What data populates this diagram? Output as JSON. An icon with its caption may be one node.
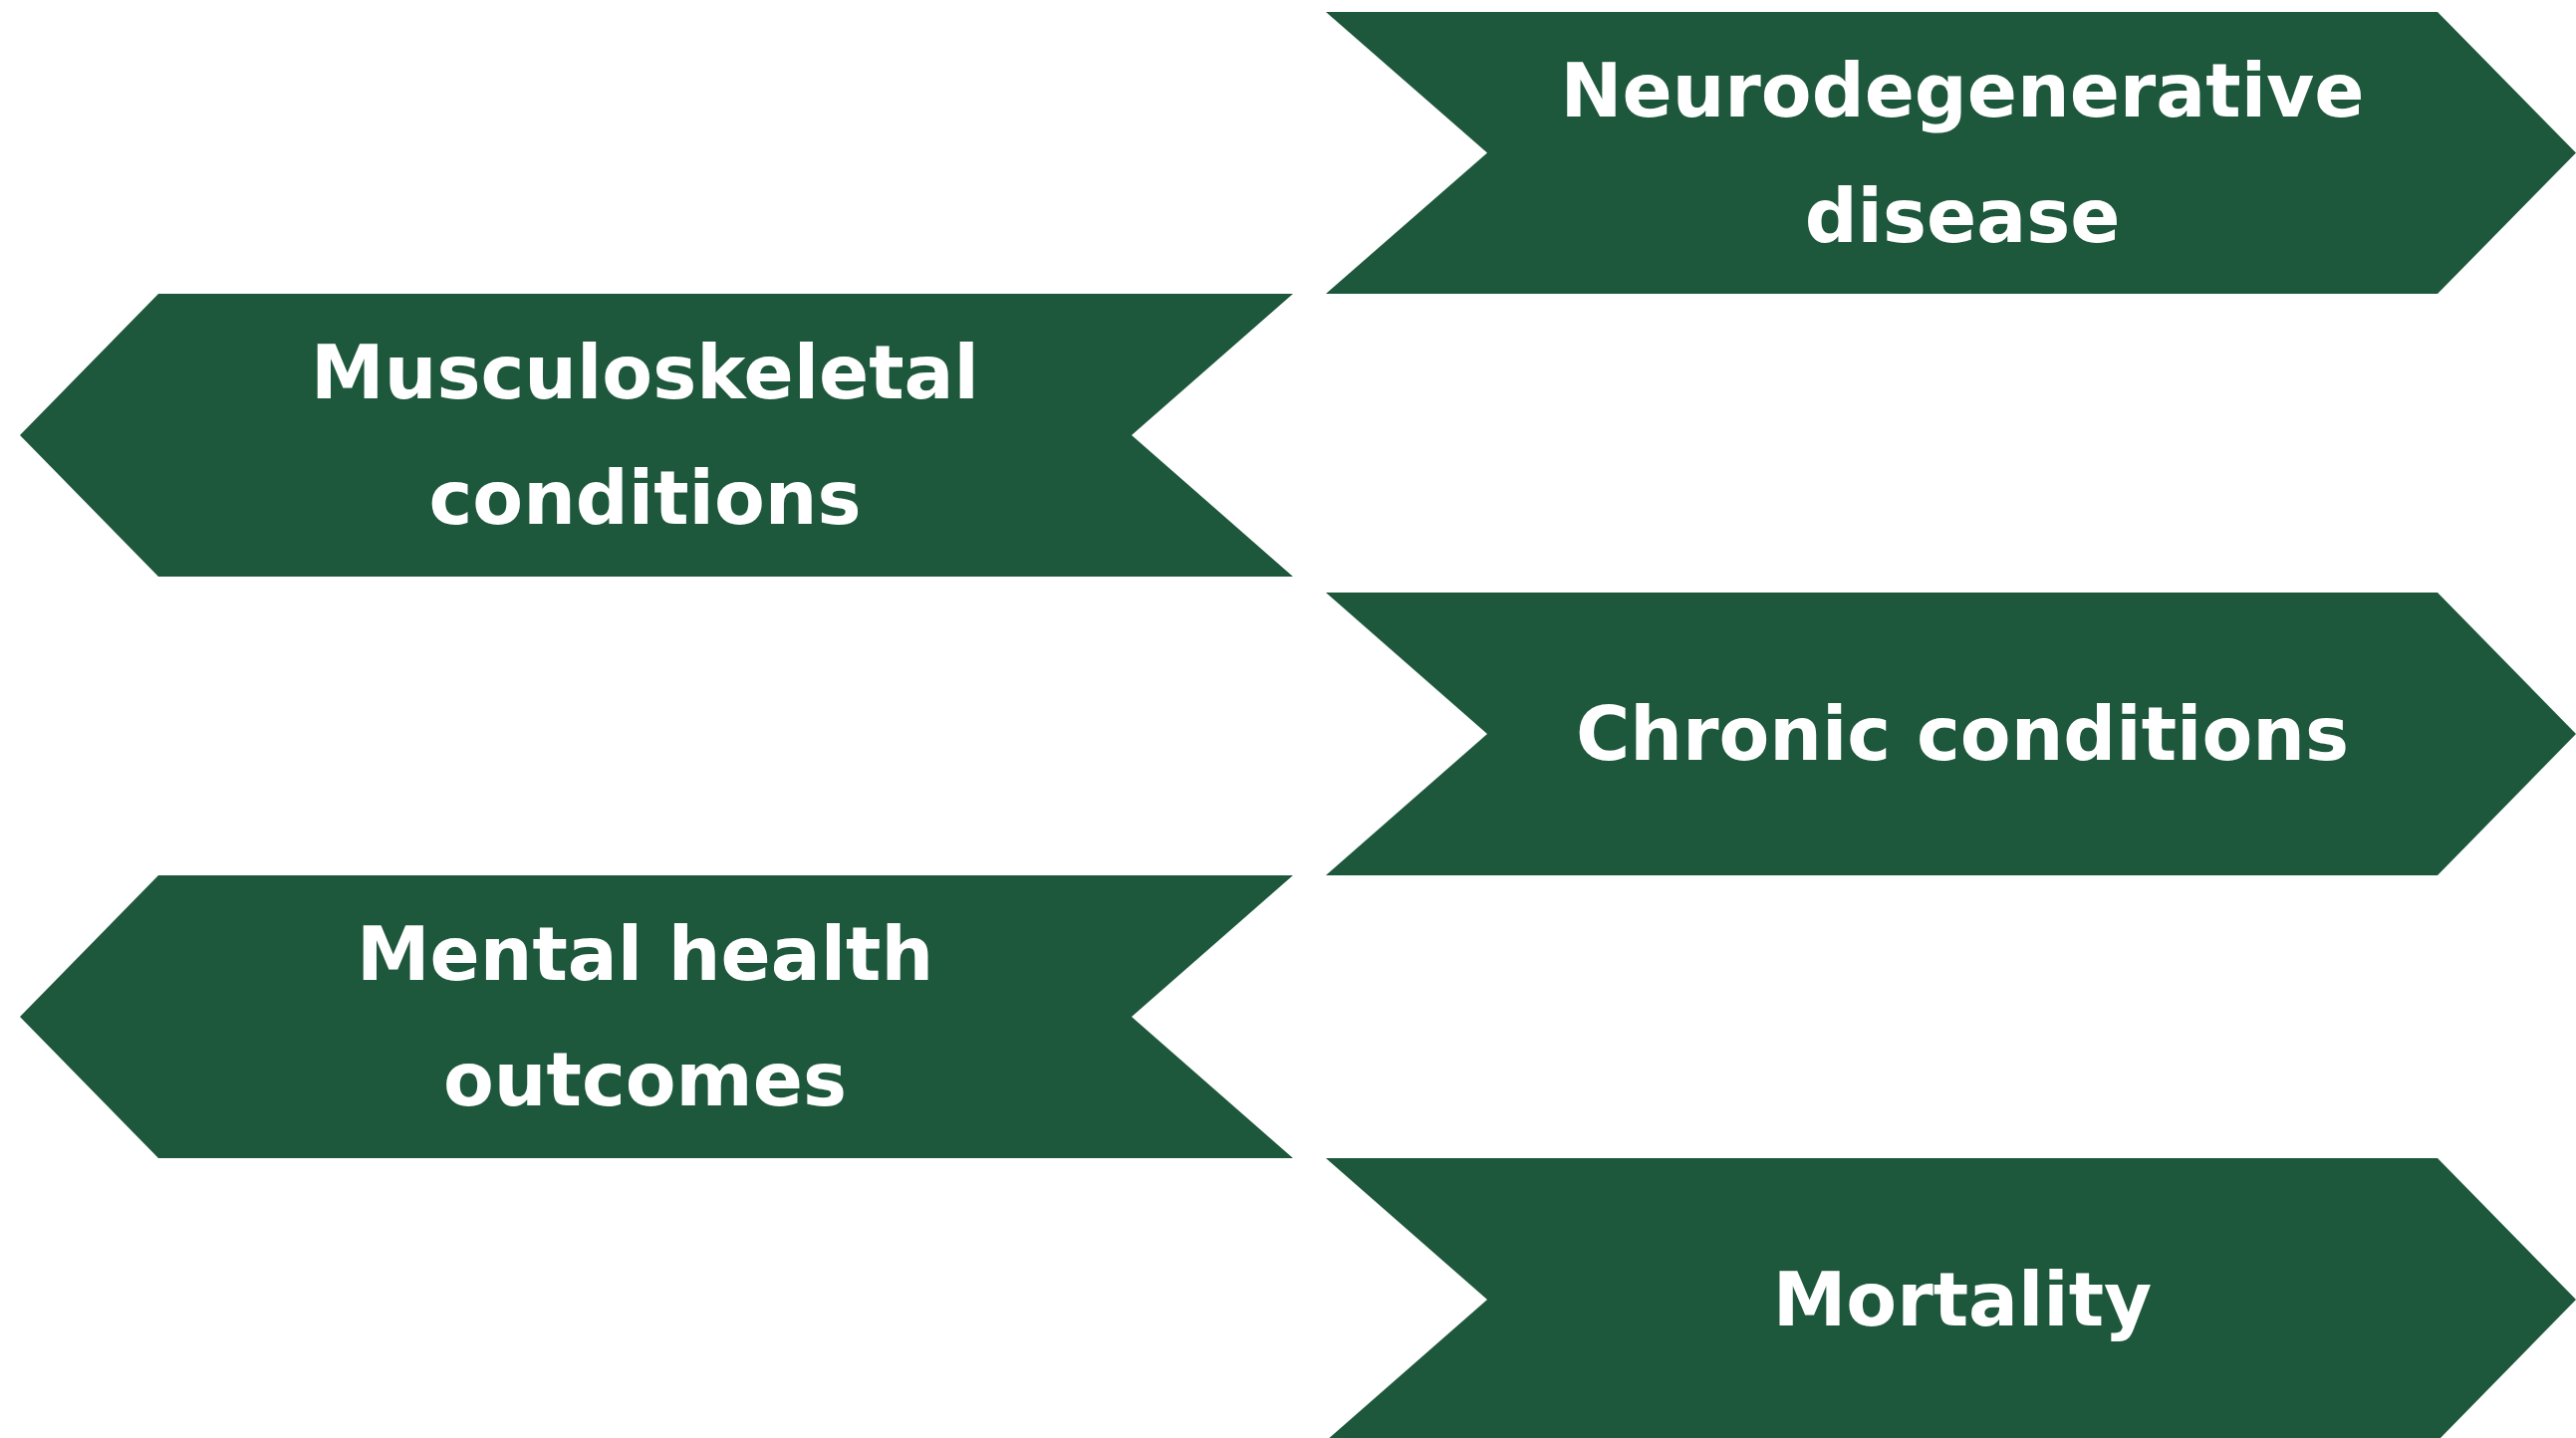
{
  "diagram": {
    "nodes": [
      {
        "text": [
          "Neurodegenerative disease"
        ]
      },
      {
        "text": [
          "Musculoskeletal conditions"
        ]
      },
      {
        "text": [
          "Chronic conditions"
        ]
      },
      {
        "text": [
          "Mental health outcomes"
        ]
      },
      {
        "text": [
          "Mortality"
        ]
      }
    ]
  }
}
